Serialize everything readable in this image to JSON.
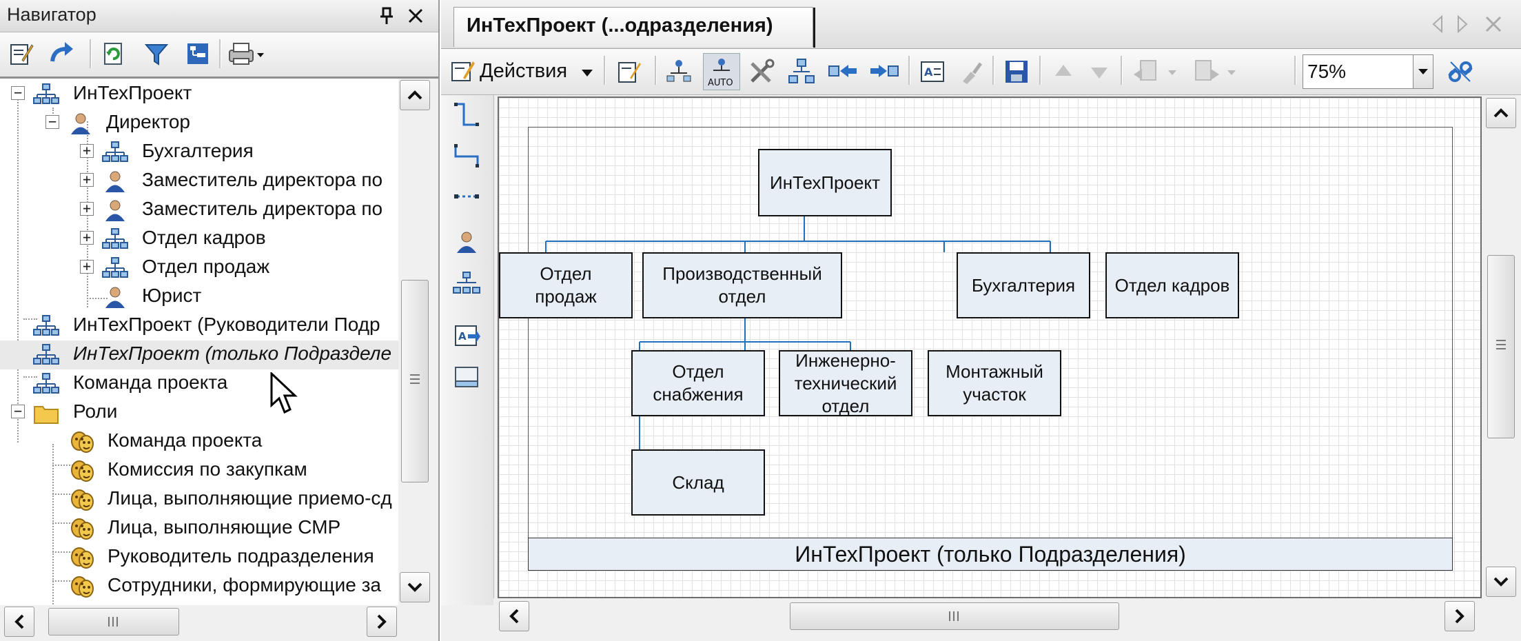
{
  "navigator": {
    "title": "Навигатор",
    "pin_icon": "pin-icon",
    "close_icon": "close-icon",
    "toolbar": [
      "edit-icon",
      "redo-icon",
      "refresh-icon",
      "filter-icon",
      "tree-view-icon",
      "print-icon"
    ],
    "tree": [
      {
        "label": "ИнТехПроект",
        "level": 0,
        "expander": "−",
        "icon": "org-chart-icon",
        "italic": false
      },
      {
        "label": "Директор",
        "level": 1,
        "expander": "−",
        "icon": "person-icon",
        "italic": false
      },
      {
        "label": "Бухгалтерия",
        "level": 2,
        "expander": "+",
        "icon": "org-chart-icon",
        "italic": false
      },
      {
        "label": "Заместитель директора по",
        "level": 2,
        "expander": "+",
        "icon": "person-icon",
        "italic": false
      },
      {
        "label": "Заместитель директора по",
        "level": 2,
        "expander": "+",
        "icon": "person-icon",
        "italic": false
      },
      {
        "label": "Отдел кадров",
        "level": 2,
        "expander": "+",
        "icon": "org-chart-icon",
        "italic": false
      },
      {
        "label": "Отдел продаж",
        "level": 2,
        "expander": "+",
        "icon": "org-chart-icon",
        "italic": false
      },
      {
        "label": "Юрист",
        "level": 2,
        "expander": "",
        "icon": "person-icon",
        "italic": false
      },
      {
        "label": "ИнТехПроект (Руководители Подр",
        "level": 0,
        "expander": "",
        "icon": "org-chart-icon",
        "italic": false
      },
      {
        "label": "ИнТехПроект (только Подразделе",
        "level": 0,
        "expander": "",
        "icon": "org-chart-icon",
        "italic": true
      },
      {
        "label": "Команда проекта",
        "level": 0,
        "expander": "",
        "icon": "org-chart-icon",
        "italic": false
      },
      {
        "label": "Роли",
        "level": 0,
        "expander": "−",
        "icon": "folder-icon",
        "italic": false
      },
      {
        "label": "Команда проекта",
        "level": 1,
        "expander": "",
        "icon": "role-mask-icon",
        "italic": false
      },
      {
        "label": "Комиссия по закупкам",
        "level": 1,
        "expander": "",
        "icon": "role-mask-icon",
        "italic": false
      },
      {
        "label": "Лица, выполняющие приемо-сд",
        "level": 1,
        "expander": "",
        "icon": "role-mask-icon",
        "italic": false
      },
      {
        "label": "Лица, выполняющие СМР",
        "level": 1,
        "expander": "",
        "icon": "role-mask-icon",
        "italic": false
      },
      {
        "label": "Руководитель подразделения",
        "level": 1,
        "expander": "",
        "icon": "role-mask-icon",
        "italic": false
      },
      {
        "label": "Сотрудники, формирующие за",
        "level": 1,
        "expander": "",
        "icon": "role-mask-icon",
        "italic": false
      }
    ]
  },
  "document": {
    "tab_label": "ИнТехПроект (...одразделения)",
    "actions_label": "Действия",
    "zoom": "75%",
    "chart": {
      "root": "ИнТехПроект",
      "departments": [
        "Отдел\nпродаж",
        "Производственный\nотдел",
        "Бухгалтерия",
        "Отдел кадров"
      ],
      "sub_departments": [
        "Отдел\nснабжения",
        "Инженерно-\nтехнический\nотдел",
        "Монтажный\nучасток"
      ],
      "sub_sub": [
        "Склад"
      ],
      "caption": "ИнТехПроект (только Подразделения)"
    }
  },
  "colors": {
    "box_fill": "#e8eef6",
    "connector": "#1f6fbf",
    "selected_row": "#e9e9e9"
  }
}
